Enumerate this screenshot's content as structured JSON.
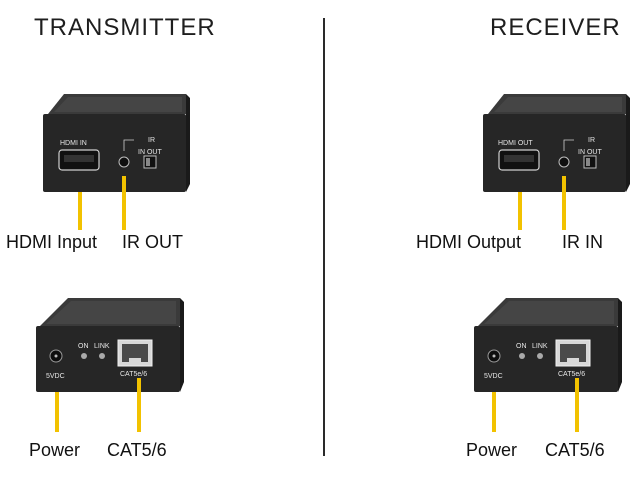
{
  "headings": {
    "transmitter": "TRANSMITTER",
    "receiver": "RECEIVER"
  },
  "transmitter": {
    "front": {
      "hdmi_port_label": "HDMI IN",
      "ir_label_top": "IR",
      "ir_label_bottom": "IN OUT",
      "callouts": {
        "left": "HDMI Input",
        "right": "IR OUT"
      }
    },
    "back": {
      "power_label": "5VDC",
      "led_on_label": "ON",
      "led_link_label": "LINK",
      "rj45_label": "CAT5e/6",
      "callouts": {
        "left": "Power",
        "right": "CAT5/6"
      }
    }
  },
  "receiver": {
    "front": {
      "hdmi_port_label": "HDMI OUT",
      "ir_label_top": "IR",
      "ir_label_bottom": "IN OUT",
      "callouts": {
        "left": "HDMI Output",
        "right": "IR IN"
      }
    },
    "back": {
      "power_label": "5VDC",
      "led_on_label": "ON",
      "led_link_label": "LINK",
      "rj45_label": "CAT5e/6",
      "callouts": {
        "left": "Power",
        "right": "CAT5/6"
      }
    }
  },
  "colors": {
    "lead_line": "#f2c200",
    "device_body": "#2b2b2b",
    "divider": "#2a2a2a"
  }
}
